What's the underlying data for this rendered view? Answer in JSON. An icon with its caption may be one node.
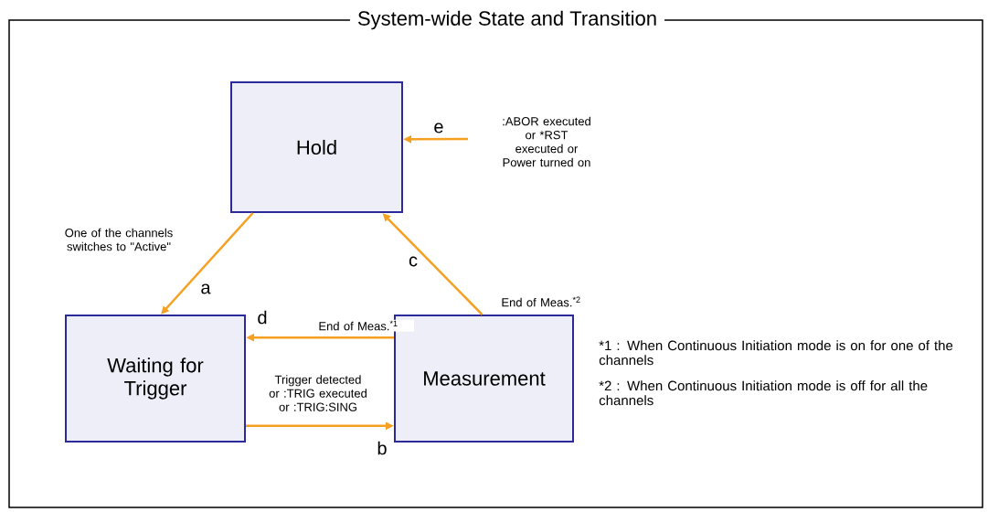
{
  "diagram": {
    "title": "System-wide State and Transition",
    "nodes": [
      {
        "text": [
          "Hold"
        ]
      },
      {
        "text": [
          "Waiting for Trigger"
        ]
      },
      {
        "text": [
          "Measurement"
        ]
      }
    ],
    "edges": [
      {
        "from": 0,
        "to": 1,
        "arrow": "to",
        "label": "One of the channels switches to \"Active\""
      },
      {
        "from": 1,
        "to": 2,
        "arrow": "to",
        "label": "Trigger detected or :TRIG executed or :TRIG:SING"
      },
      {
        "from": 2,
        "to": 0,
        "arrow": "to",
        "label": "End of Meas.$^{*2}$"
      },
      {
        "from": 2,
        "to": 1,
        "arrow": "to",
        "label": "End of Meas.$^{*1}$"
      },
      {
        "from": null,
        "to": 0,
        "arrow": "to",
        "label": ":ABOR executed or *RST executed or Power turned on"
      }
    ],
    "labels": [
      "a",
      "b",
      "c",
      "d",
      "e",
      "*1 : When Continuous Initiation mode is on for one of the channels",
      "*2 : When Continuous Initiation mode is off for all the channels"
    ]
  }
}
